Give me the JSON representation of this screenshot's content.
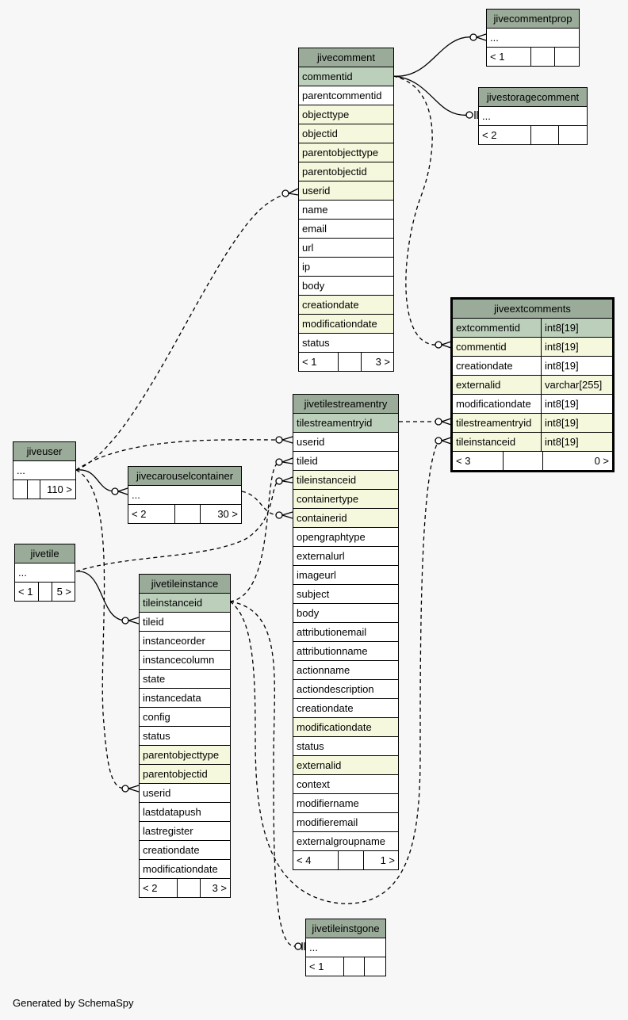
{
  "footer": "Generated by SchemaSpy",
  "tables": {
    "jivecomment": {
      "title": "jivecomment",
      "rows": [
        {
          "name": "commentid",
          "kind": "pk"
        },
        {
          "name": "parentcommentid",
          "kind": "plain"
        },
        {
          "name": "objecttype",
          "kind": "fk"
        },
        {
          "name": "objectid",
          "kind": "fk"
        },
        {
          "name": "parentobjecttype",
          "kind": "fk"
        },
        {
          "name": "parentobjectid",
          "kind": "fk"
        },
        {
          "name": "userid",
          "kind": "fk"
        },
        {
          "name": "name",
          "kind": "plain"
        },
        {
          "name": "email",
          "kind": "plain"
        },
        {
          "name": "url",
          "kind": "plain"
        },
        {
          "name": "ip",
          "kind": "plain"
        },
        {
          "name": "body",
          "kind": "plain"
        },
        {
          "name": "creationdate",
          "kind": "fk"
        },
        {
          "name": "modificationdate",
          "kind": "fk"
        },
        {
          "name": "status",
          "kind": "plain"
        }
      ],
      "footer": [
        "< 1",
        "",
        "3 >"
      ]
    },
    "jivecommentprop": {
      "title": "jivecommentprop",
      "rows": [
        {
          "name": "...",
          "kind": "plain"
        }
      ],
      "footer": [
        "< 1",
        "",
        ""
      ]
    },
    "jivestoragecomment": {
      "title": "jivestoragecomment",
      "rows": [
        {
          "name": "...",
          "kind": "plain"
        }
      ],
      "footer": [
        "< 2",
        "",
        ""
      ]
    },
    "jiveextcomments": {
      "title": "jiveextcomments",
      "rows": [
        {
          "name": "extcommentid",
          "type": "int8[19]",
          "kind": "pk"
        },
        {
          "name": "commentid",
          "type": "int8[19]",
          "kind": "fk"
        },
        {
          "name": "creationdate",
          "type": "int8[19]",
          "kind": "plain"
        },
        {
          "name": "externalid",
          "type": "varchar[255]",
          "kind": "fk"
        },
        {
          "name": "modificationdate",
          "type": "int8[19]",
          "kind": "plain"
        },
        {
          "name": "tilestreamentryid",
          "type": "int8[19]",
          "kind": "fk"
        },
        {
          "name": "tileinstanceid",
          "type": "int8[19]",
          "kind": "fk"
        }
      ],
      "footer": [
        "< 3",
        "",
        "0 >"
      ]
    },
    "jivetilestreamentry": {
      "title": "jivetilestreamentry",
      "rows": [
        {
          "name": "tilestreamentryid",
          "kind": "pk"
        },
        {
          "name": "userid",
          "kind": "plain"
        },
        {
          "name": "tileid",
          "kind": "plain"
        },
        {
          "name": "tileinstanceid",
          "kind": "fk"
        },
        {
          "name": "containertype",
          "kind": "fk"
        },
        {
          "name": "containerid",
          "kind": "fk"
        },
        {
          "name": "opengraphtype",
          "kind": "plain"
        },
        {
          "name": "externalurl",
          "kind": "plain"
        },
        {
          "name": "imageurl",
          "kind": "plain"
        },
        {
          "name": "subject",
          "kind": "plain"
        },
        {
          "name": "body",
          "kind": "plain"
        },
        {
          "name": "attributionemail",
          "kind": "plain"
        },
        {
          "name": "attributionname",
          "kind": "plain"
        },
        {
          "name": "actionname",
          "kind": "plain"
        },
        {
          "name": "actiondescription",
          "kind": "plain"
        },
        {
          "name": "creationdate",
          "kind": "plain"
        },
        {
          "name": "modificationdate",
          "kind": "fk"
        },
        {
          "name": "status",
          "kind": "plain"
        },
        {
          "name": "externalid",
          "kind": "fk"
        },
        {
          "name": "context",
          "kind": "plain"
        },
        {
          "name": "modifiername",
          "kind": "plain"
        },
        {
          "name": "modifieremail",
          "kind": "plain"
        },
        {
          "name": "externalgroupname",
          "kind": "plain"
        }
      ],
      "footer": [
        "< 4",
        "",
        "1 >"
      ]
    },
    "jiveuser": {
      "title": "jiveuser",
      "rows": [
        {
          "name": "...",
          "kind": "plain"
        }
      ],
      "footer": [
        "",
        "",
        "110 >"
      ]
    },
    "jivecarouselcontainer": {
      "title": "jivecarouselcontainer",
      "rows": [
        {
          "name": "...",
          "kind": "plain"
        }
      ],
      "footer": [
        "< 2",
        "",
        "30 >"
      ]
    },
    "jivetile": {
      "title": "jivetile",
      "rows": [
        {
          "name": "...",
          "kind": "plain"
        }
      ],
      "footer": [
        "< 1",
        "",
        "5 >"
      ]
    },
    "jivetileinstance": {
      "title": "jivetileinstance",
      "rows": [
        {
          "name": "tileinstanceid",
          "kind": "pk"
        },
        {
          "name": "tileid",
          "kind": "plain"
        },
        {
          "name": "instanceorder",
          "kind": "plain"
        },
        {
          "name": "instancecolumn",
          "kind": "plain"
        },
        {
          "name": "state",
          "kind": "plain"
        },
        {
          "name": "instancedata",
          "kind": "plain"
        },
        {
          "name": "config",
          "kind": "plain"
        },
        {
          "name": "status",
          "kind": "plain"
        },
        {
          "name": "parentobjecttype",
          "kind": "fk"
        },
        {
          "name": "parentobjectid",
          "kind": "fk"
        },
        {
          "name": "userid",
          "kind": "plain"
        },
        {
          "name": "lastdatapush",
          "kind": "plain"
        },
        {
          "name": "lastregister",
          "kind": "plain"
        },
        {
          "name": "creationdate",
          "kind": "plain"
        },
        {
          "name": "modificationdate",
          "kind": "plain"
        }
      ],
      "footer": [
        "< 2",
        "",
        "3 >"
      ]
    },
    "jivetileinstgone": {
      "title": "jivetileinstgone",
      "rows": [
        {
          "name": "...",
          "kind": "plain"
        }
      ],
      "footer": [
        "< 1",
        "",
        ""
      ]
    }
  }
}
